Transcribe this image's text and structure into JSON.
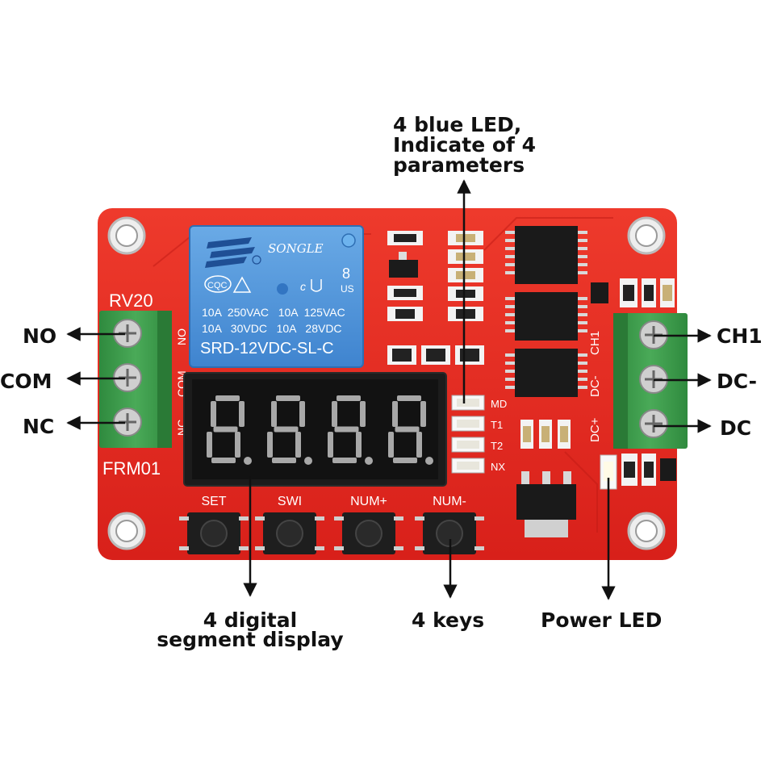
{
  "callouts": {
    "leds_line1": "4 blue LED,",
    "leds_line2": "Indicate of 4",
    "leds_line3": "parameters",
    "no": "NO",
    "com": "COM",
    "nc": "NC",
    "ch1": "CH1",
    "dcm": "DC-",
    "dc": "DC",
    "display_line1": "4 digital",
    "display_line2": "segment display",
    "keys": "4 keys",
    "power_led": "Power LED"
  },
  "board": {
    "model_top": "RV20",
    "model_bottom": "FRM01",
    "relay_brand": "SONGLE",
    "relay_cqc": "CQC",
    "relay_pin_count": "8",
    "relay_us": "US",
    "relay_rating_1": "10A  250VAC   10A  125VAC",
    "relay_rating_2": "10A   30VDC   10A   28VDC",
    "relay_model": "SRD-12VDC-SL-C",
    "left_silk_no": "NO",
    "left_silk_com": "COM",
    "left_silk_nc": "NC",
    "right_silk_ch1": "CH1",
    "right_silk_dcm": "DC-",
    "right_silk_dcp": "DC+",
    "led_labels": [
      "MD",
      "T1",
      "T2",
      "NX"
    ],
    "key_labels": [
      "SET",
      "SWI",
      "NUM+",
      "NUM-"
    ],
    "display_digits": "8.8.8.8."
  },
  "colors": {
    "pcb": "#e8281e",
    "terminal": "#3a9a4a",
    "relay": "#4a90d9",
    "display": "#1c1c1c",
    "segment": "#a8a8a8"
  }
}
